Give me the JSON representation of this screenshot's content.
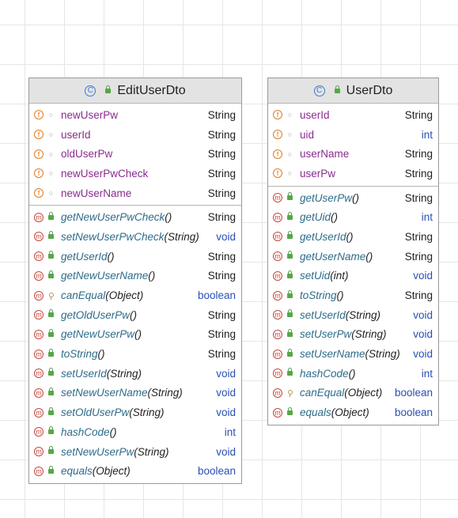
{
  "colors": {
    "field_icon": "#e07b22",
    "method_icon": "#c8463c",
    "class_icon": "#3b7bd4",
    "field_name": "#8a2b8f",
    "method_name": "#2d6b8a",
    "primitive_type": "#2a4fb3",
    "header_bg": "#e3e3e3"
  },
  "classes": [
    {
      "title": "EditUserDto",
      "icon": "class-icon",
      "fields": [
        {
          "name": "newUserPw",
          "type": "String"
        },
        {
          "name": "userId",
          "type": "String"
        },
        {
          "name": "oldUserPw",
          "type": "String"
        },
        {
          "name": "newUserPwCheck",
          "type": "String"
        },
        {
          "name": "newUserName",
          "type": "String"
        }
      ],
      "methods": [
        {
          "name": "getNewUserPwCheck",
          "params": "()",
          "type": "String",
          "vis": "public"
        },
        {
          "name": "setNewUserPwCheck",
          "params": "(String)",
          "type": "void",
          "vis": "public"
        },
        {
          "name": "getUserId",
          "params": "()",
          "type": "String",
          "vis": "public"
        },
        {
          "name": "getNewUserName",
          "params": "()",
          "type": "String",
          "vis": "public"
        },
        {
          "name": "canEqual",
          "params": "(Object)",
          "type": "boolean",
          "vis": "protected"
        },
        {
          "name": "getOldUserPw",
          "params": "()",
          "type": "String",
          "vis": "public"
        },
        {
          "name": "getNewUserPw",
          "params": "()",
          "type": "String",
          "vis": "public"
        },
        {
          "name": "toString",
          "params": "()",
          "type": "String",
          "vis": "public"
        },
        {
          "name": "setUserId",
          "params": "(String)",
          "type": "void",
          "vis": "public"
        },
        {
          "name": "setNewUserName",
          "params": "(String)",
          "type": "void",
          "vis": "public"
        },
        {
          "name": "setOldUserPw",
          "params": "(String)",
          "type": "void",
          "vis": "public"
        },
        {
          "name": "hashCode",
          "params": "()",
          "type": "int",
          "vis": "public"
        },
        {
          "name": "setNewUserPw",
          "params": "(String)",
          "type": "void",
          "vis": "public"
        },
        {
          "name": "equals",
          "params": "(Object)",
          "type": "boolean",
          "vis": "public"
        }
      ]
    },
    {
      "title": "UserDto",
      "icon": "class-icon",
      "fields": [
        {
          "name": "userId",
          "type": "String"
        },
        {
          "name": "uid",
          "type": "int"
        },
        {
          "name": "userName",
          "type": "String"
        },
        {
          "name": "userPw",
          "type": "String"
        }
      ],
      "methods": [
        {
          "name": "getUserPw",
          "params": "()",
          "type": "String",
          "vis": "public"
        },
        {
          "name": "getUid",
          "params": "()",
          "type": "int",
          "vis": "public"
        },
        {
          "name": "getUserId",
          "params": "()",
          "type": "String",
          "vis": "public"
        },
        {
          "name": "getUserName",
          "params": "()",
          "type": "String",
          "vis": "public"
        },
        {
          "name": "setUid",
          "params": "(int)",
          "type": "void",
          "vis": "public"
        },
        {
          "name": "toString",
          "params": "()",
          "type": "String",
          "vis": "public"
        },
        {
          "name": "setUserId",
          "params": "(String)",
          "type": "void",
          "vis": "public"
        },
        {
          "name": "setUserPw",
          "params": "(String)",
          "type": "void",
          "vis": "public"
        },
        {
          "name": "setUserName",
          "params": "(String)",
          "type": "void",
          "vis": "public"
        },
        {
          "name": "hashCode",
          "params": "()",
          "type": "int",
          "vis": "public"
        },
        {
          "name": "canEqual",
          "params": "(Object)",
          "type": "boolean",
          "vis": "protected"
        },
        {
          "name": "equals",
          "params": "(Object)",
          "type": "boolean",
          "vis": "public"
        }
      ]
    }
  ]
}
